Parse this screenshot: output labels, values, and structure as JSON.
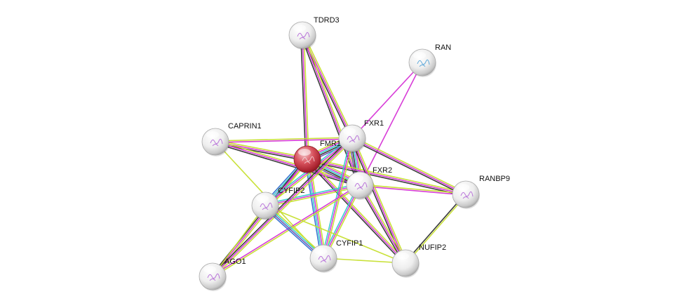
{
  "nodes": [
    {
      "id": "TDRD3",
      "label": "TDRD3",
      "query": false
    },
    {
      "id": "RAN",
      "label": "RAN",
      "query": false
    },
    {
      "id": "CAPRIN1",
      "label": "CAPRIN1",
      "query": false
    },
    {
      "id": "FXR1",
      "label": "FXR1",
      "query": false
    },
    {
      "id": "FMR1",
      "label": "FMR1",
      "query": true
    },
    {
      "id": "FXR2",
      "label": "FXR2",
      "query": false
    },
    {
      "id": "RANBP9",
      "label": "RANBP9",
      "query": false
    },
    {
      "id": "CYFIP2",
      "label": "CYFIP2",
      "query": false
    },
    {
      "id": "CYFIP1",
      "label": "CYFIP1",
      "query": false
    },
    {
      "id": "NUFIP2",
      "label": "NUFIP2",
      "query": false
    },
    {
      "id": "AGO1",
      "label": "AGO1",
      "query": false
    }
  ],
  "edge_colors": {
    "experiments": "#d633d6",
    "databases": "#33cccc",
    "textmining": "#c6df2e",
    "coexpression": "#333333",
    "homology": "#6b4fb3",
    "curated": "#2f6fd0"
  },
  "edges": [
    {
      "a": "TDRD3",
      "b": "FMR1",
      "types": [
        "textmining",
        "experiments",
        "coexpression"
      ]
    },
    {
      "a": "TDRD3",
      "b": "FXR1",
      "types": [
        "textmining",
        "experiments",
        "coexpression"
      ]
    },
    {
      "a": "TDRD3",
      "b": "FXR2",
      "types": [
        "textmining",
        "experiments",
        "coexpression"
      ]
    },
    {
      "a": "RAN",
      "b": "FXR1",
      "types": [
        "experiments"
      ]
    },
    {
      "a": "RAN",
      "b": "FXR2",
      "types": [
        "experiments"
      ]
    },
    {
      "a": "CAPRIN1",
      "b": "FMR1",
      "types": [
        "textmining",
        "experiments",
        "coexpression"
      ]
    },
    {
      "a": "CAPRIN1",
      "b": "FXR1",
      "types": [
        "textmining",
        "experiments"
      ]
    },
    {
      "a": "CAPRIN1",
      "b": "FXR2",
      "types": [
        "textmining",
        "experiments",
        "coexpression"
      ]
    },
    {
      "a": "CAPRIN1",
      "b": "CYFIP1",
      "types": [
        "textmining"
      ]
    },
    {
      "a": "FMR1",
      "b": "FXR1",
      "types": [
        "textmining",
        "experiments",
        "databases",
        "coexpression",
        "homology"
      ]
    },
    {
      "a": "FMR1",
      "b": "FXR2",
      "types": [
        "textmining",
        "experiments",
        "databases",
        "coexpression",
        "homology"
      ]
    },
    {
      "a": "FXR1",
      "b": "FXR2",
      "types": [
        "textmining",
        "experiments",
        "databases",
        "coexpression",
        "homology"
      ]
    },
    {
      "a": "FMR1",
      "b": "CYFIP2",
      "types": [
        "textmining",
        "experiments",
        "databases",
        "curated"
      ]
    },
    {
      "a": "FMR1",
      "b": "CYFIP1",
      "types": [
        "textmining",
        "experiments",
        "databases",
        "curated"
      ]
    },
    {
      "a": "FMR1",
      "b": "RANBP9",
      "types": [
        "textmining",
        "experiments",
        "coexpression"
      ]
    },
    {
      "a": "FMR1",
      "b": "NUFIP2",
      "types": [
        "textmining",
        "experiments",
        "coexpression"
      ]
    },
    {
      "a": "FMR1",
      "b": "AGO1",
      "types": [
        "textmining",
        "experiments",
        "coexpression"
      ]
    },
    {
      "a": "FXR1",
      "b": "RANBP9",
      "types": [
        "textmining",
        "experiments",
        "coexpression"
      ]
    },
    {
      "a": "FXR2",
      "b": "RANBP9",
      "types": [
        "textmining",
        "experiments"
      ]
    },
    {
      "a": "FXR1",
      "b": "CYFIP2",
      "types": [
        "textmining",
        "experiments",
        "databases"
      ]
    },
    {
      "a": "FXR2",
      "b": "CYFIP2",
      "types": [
        "textmining",
        "experiments",
        "databases"
      ]
    },
    {
      "a": "FXR1",
      "b": "CYFIP1",
      "types": [
        "textmining",
        "experiments",
        "databases"
      ]
    },
    {
      "a": "FXR2",
      "b": "CYFIP1",
      "types": [
        "textmining",
        "experiments",
        "databases"
      ]
    },
    {
      "a": "FXR1",
      "b": "NUFIP2",
      "types": [
        "textmining",
        "experiments",
        "coexpression"
      ]
    },
    {
      "a": "FXR2",
      "b": "NUFIP2",
      "types": [
        "textmining",
        "experiments",
        "coexpression"
      ]
    },
    {
      "a": "FXR1",
      "b": "AGO1",
      "types": [
        "textmining",
        "experiments",
        "coexpression"
      ]
    },
    {
      "a": "FXR2",
      "b": "AGO1",
      "types": [
        "textmining",
        "experiments"
      ]
    },
    {
      "a": "CYFIP2",
      "b": "CYFIP1",
      "types": [
        "textmining",
        "databases",
        "homology",
        "curated"
      ]
    },
    {
      "a": "CYFIP2",
      "b": "NUFIP2",
      "types": [
        "textmining"
      ]
    },
    {
      "a": "CYFIP1",
      "b": "NUFIP2",
      "types": [
        "textmining"
      ]
    },
    {
      "a": "RANBP9",
      "b": "NUFIP2",
      "types": [
        "textmining",
        "coexpression"
      ]
    },
    {
      "a": "AGO1",
      "b": "CYFIP2",
      "types": [
        "textmining"
      ]
    }
  ]
}
